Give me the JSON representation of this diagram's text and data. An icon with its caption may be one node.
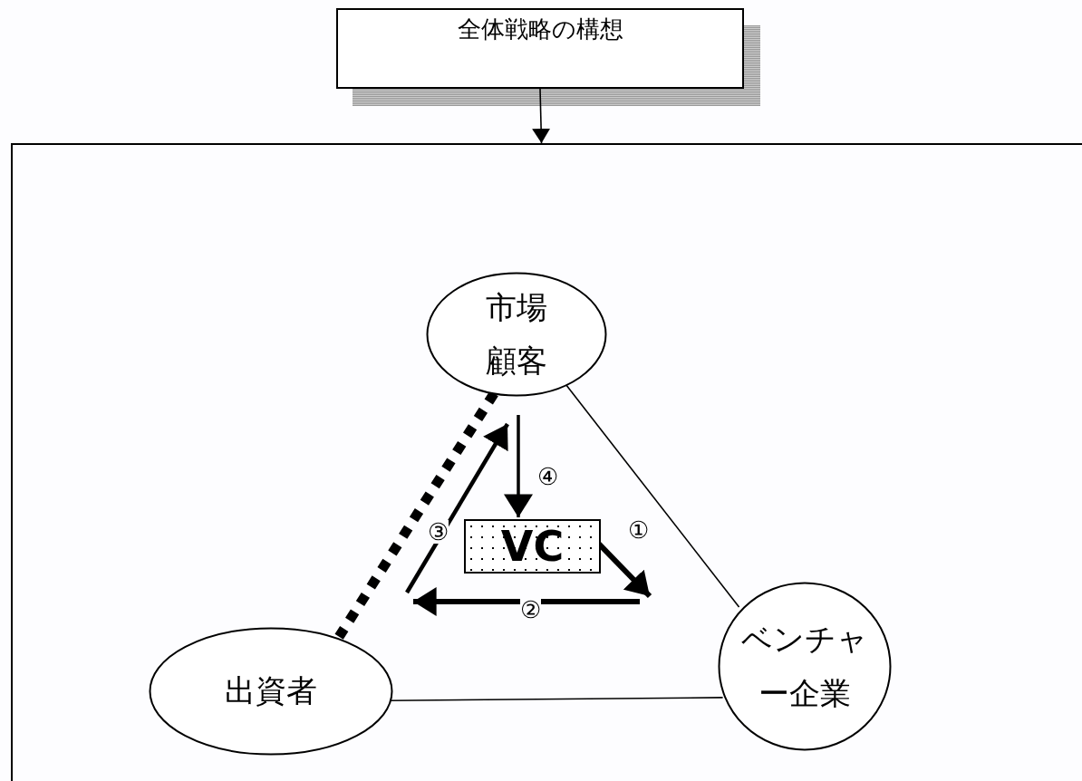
{
  "diagram": {
    "nodes": [
      {
        "text": [
          "全体戦略の構想"
        ]
      },
      {
        "text": [],
        "shape": "box"
      },
      {
        "text": [
          "市場顧客"
        ],
        "in": 1
      },
      {
        "text": [
          "出資者"
        ],
        "in": 1
      },
      {
        "text": [
          "ベンチャー企業"
        ],
        "in": 1
      },
      {
        "text": [
          "VC"
        ],
        "in": 1
      }
    ],
    "edges": [
      {
        "from": 0,
        "to": 1,
        "arrow": "to"
      },
      {
        "from": 2,
        "to": 4,
        "arrow": "none"
      },
      {
        "from": 3,
        "to": 4,
        "arrow": "none"
      },
      {
        "from": 2,
        "to": 3,
        "arrow": "none",
        "style": "dashed"
      },
      {
        "from": 5,
        "to": null,
        "arrow": "to",
        "style": "thick",
        "label": "①"
      },
      {
        "from": null,
        "to": 5,
        "arrow": "to",
        "style": "thick",
        "label": "④"
      }
    ],
    "labels": [
      "②",
      "③"
    ]
  }
}
